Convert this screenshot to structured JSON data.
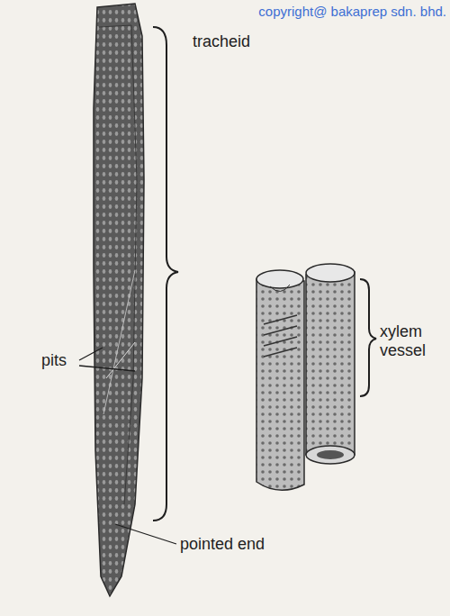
{
  "diagram": {
    "labels": [
      "copyright@ bakaprep sdn. bhd.",
      "tracheid",
      "pits",
      "pointed end",
      "xylem vessel"
    ]
  }
}
